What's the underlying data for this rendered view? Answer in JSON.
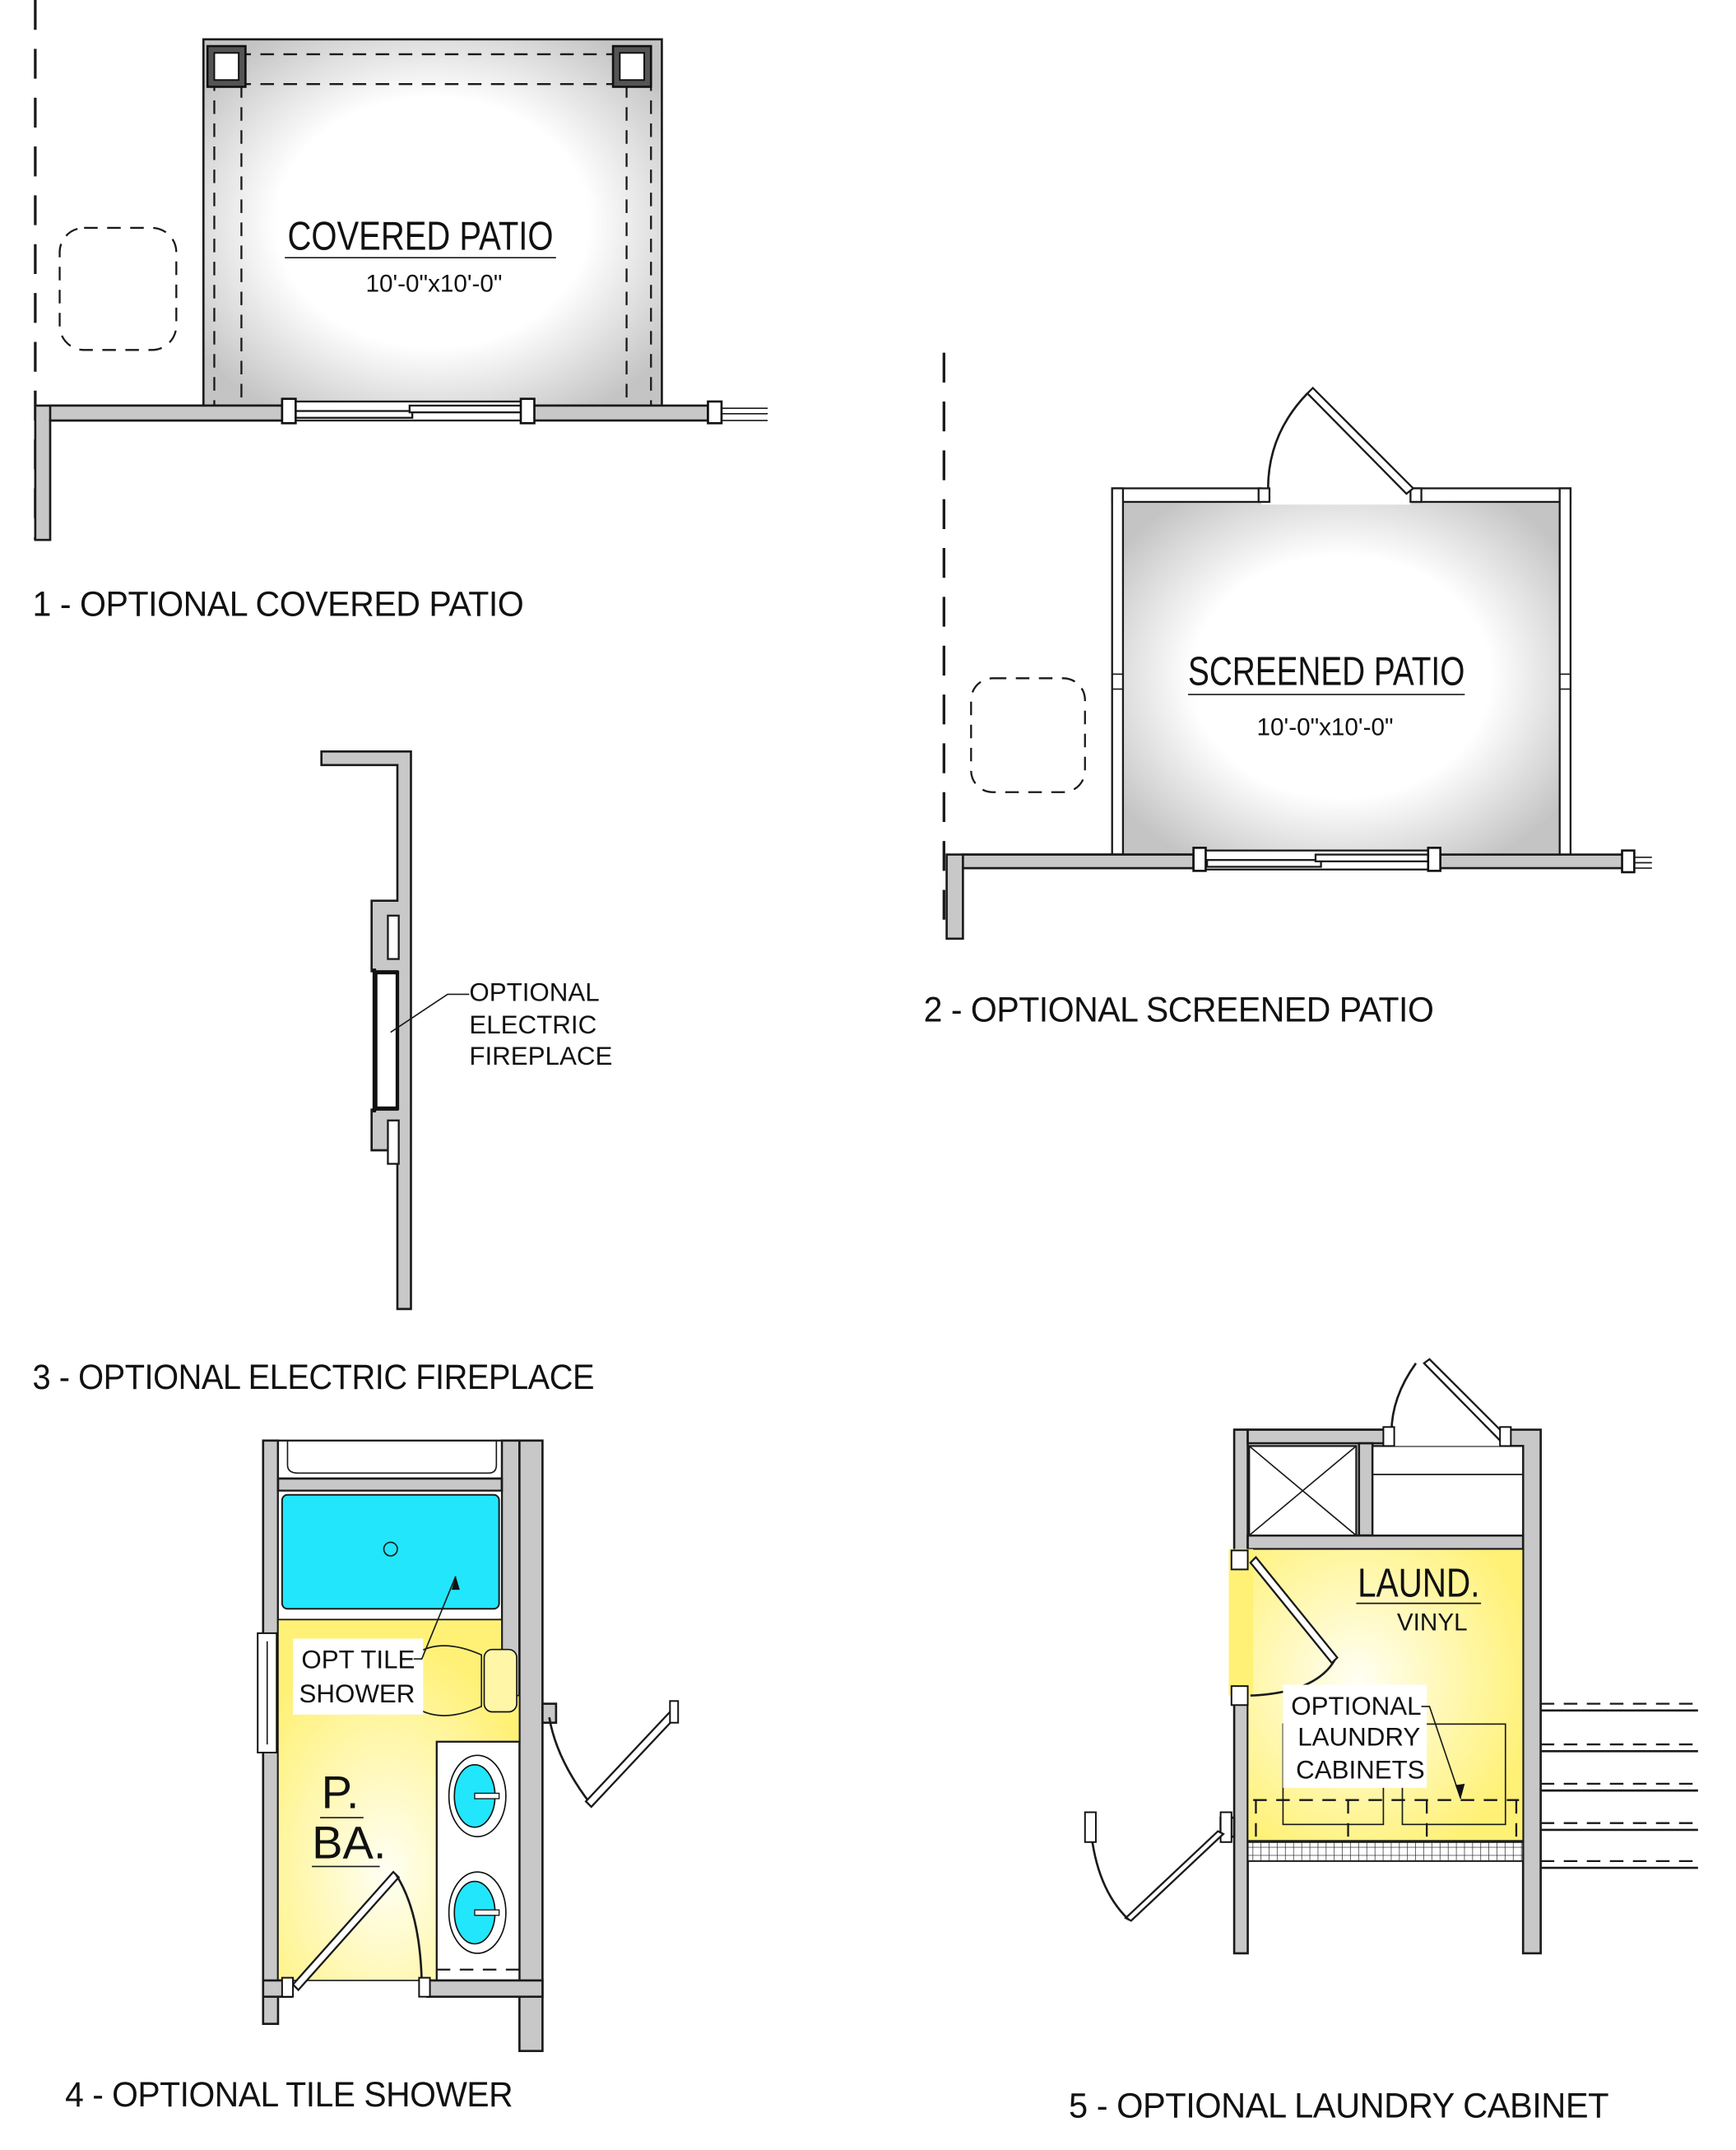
{
  "colors": {
    "wall_fill": "#c8c8c8",
    "line": "#1a1a1a",
    "fixture_blue": "#22e6fb",
    "room_yellow": "#fff176",
    "room_yellow_light": "#fffde0",
    "patio_gray": "#d6d6d6"
  },
  "sections": [
    {
      "id": 1,
      "title": "1 - OPTIONAL COVERED PATIO",
      "room_name": "COVERED PATIO",
      "dimensions": "10'-0\"x10'-0\""
    },
    {
      "id": 2,
      "title": "2 - OPTIONAL SCREENED PATIO",
      "room_name": "SCREENED PATIO",
      "dimensions": "10'-0\"x10'-0\""
    },
    {
      "id": 3,
      "title": "3 - OPTIONAL ELECTRIC FIREPLACE",
      "callout": [
        "OPTIONAL",
        "ELECTRIC",
        "FIREPLACE"
      ]
    },
    {
      "id": 4,
      "title": "4 - OPTIONAL TILE SHOWER",
      "room_name_line1": "P.",
      "room_name_line2": "BA.",
      "callout": [
        "OPT TILE",
        "SHOWER"
      ]
    },
    {
      "id": 5,
      "title": "5 - OPTIONAL LAUNDRY CABINET",
      "room_name": "LAUND.",
      "floor": "VINYL",
      "callout": [
        "OPTIONAL",
        "LAUNDRY",
        "CABINETS"
      ]
    }
  ]
}
